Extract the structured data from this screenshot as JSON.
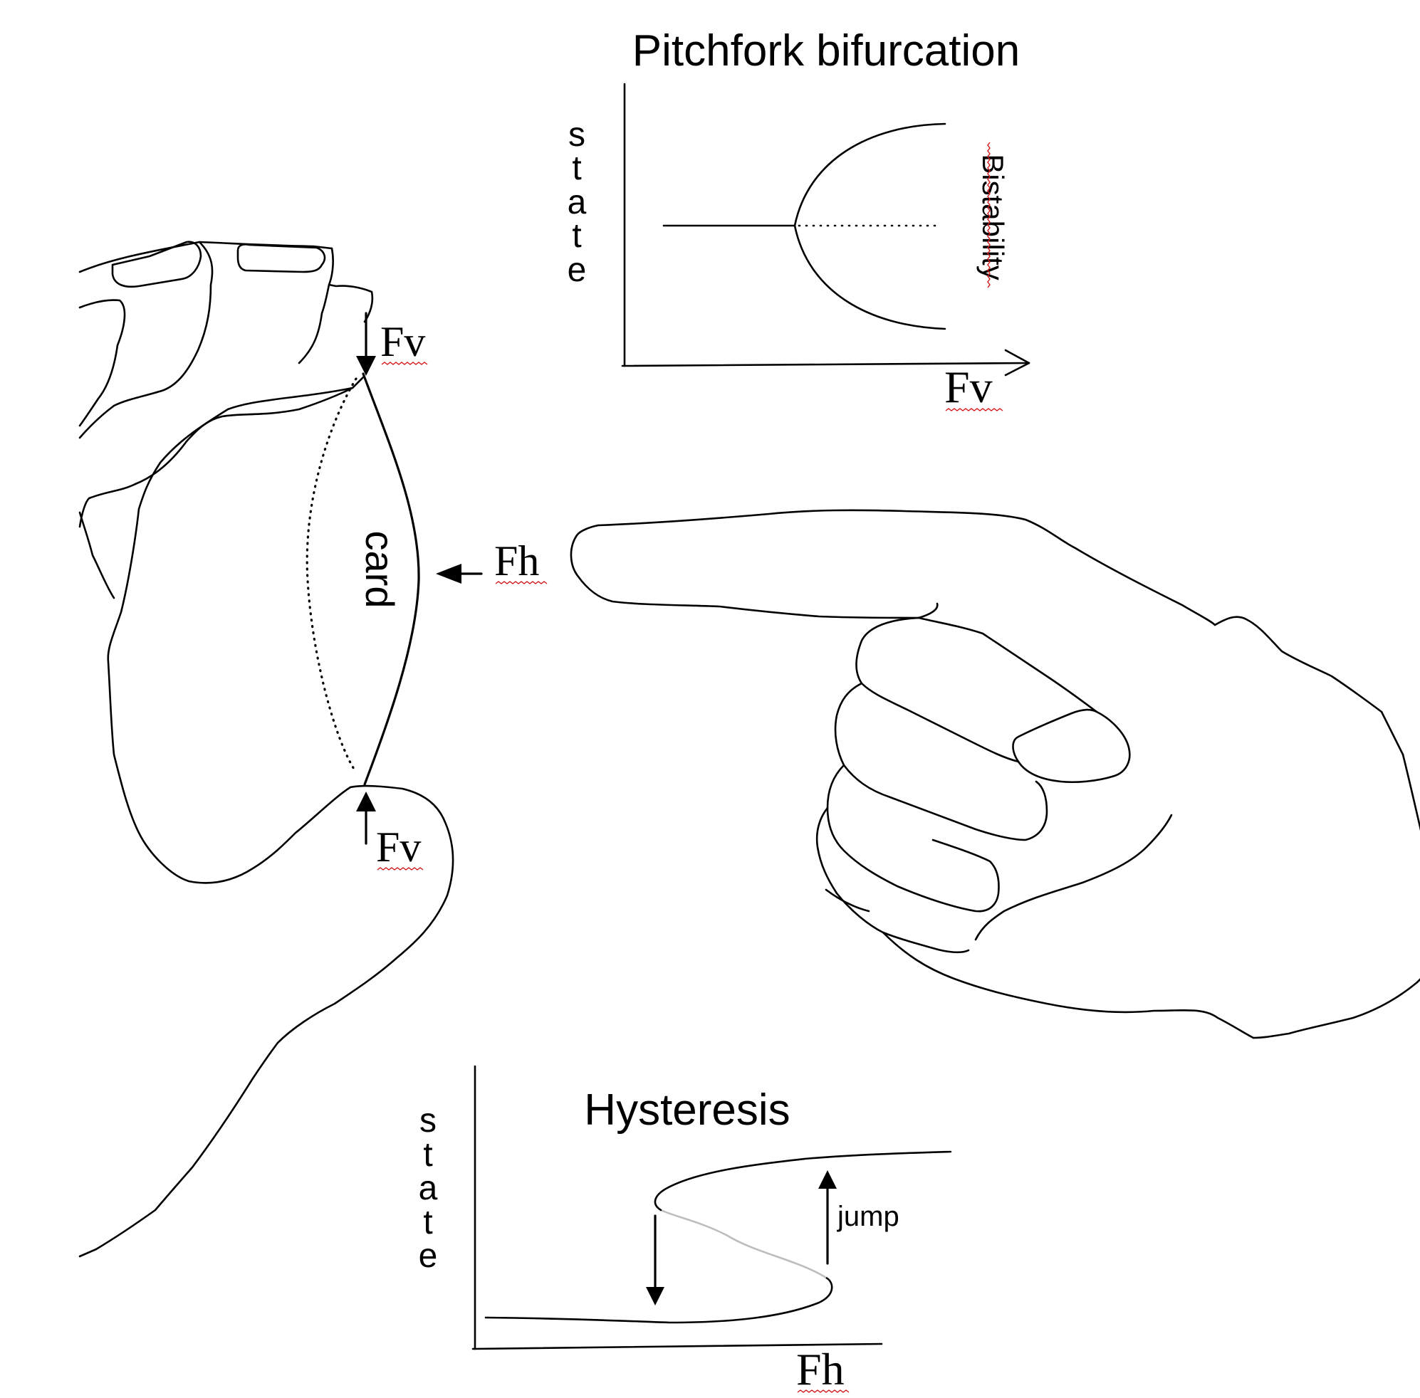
{
  "labels": {
    "card": "card",
    "fv_top": "Fv",
    "fv_bottom": "Fv",
    "fh_push": "Fh"
  },
  "pitchfork": {
    "title": "Pitchfork bifurcation",
    "ylabel_letters": [
      "s",
      "t",
      "a",
      "t",
      "e"
    ],
    "xlabel": "Fv",
    "branch_label": "Bistability"
  },
  "hysteresis": {
    "title": "Hysteresis",
    "ylabel_letters": [
      "s",
      "t",
      "a",
      "t",
      "e"
    ],
    "xlabel": "Fh",
    "jump_label": "jump"
  },
  "colors": {
    "ink": "#000000",
    "unstable_branch": "#bdbdbd",
    "spellcheck_underline": "#d01818"
  }
}
